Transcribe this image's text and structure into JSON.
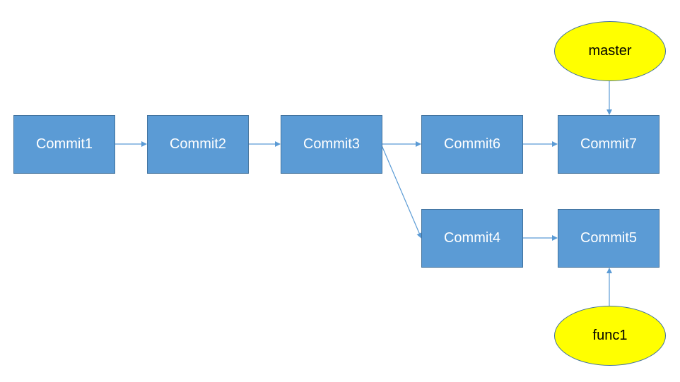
{
  "commits": [
    {
      "id": "c1",
      "label": "Commit1"
    },
    {
      "id": "c2",
      "label": "Commit2"
    },
    {
      "id": "c3",
      "label": "Commit3"
    },
    {
      "id": "c6",
      "label": "Commit6"
    },
    {
      "id": "c7",
      "label": "Commit7"
    },
    {
      "id": "c4",
      "label": "Commit4"
    },
    {
      "id": "c5",
      "label": "Commit5"
    }
  ],
  "branches": [
    {
      "id": "master",
      "label": "master",
      "points_to": "c7"
    },
    {
      "id": "func1",
      "label": "func1",
      "points_to": "c5"
    }
  ],
  "edges": [
    {
      "from": "c1",
      "to": "c2"
    },
    {
      "from": "c2",
      "to": "c3"
    },
    {
      "from": "c3",
      "to": "c6"
    },
    {
      "from": "c6",
      "to": "c7"
    },
    {
      "from": "c3",
      "to": "c4"
    },
    {
      "from": "c4",
      "to": "c5"
    },
    {
      "from": "master",
      "to": "c7"
    },
    {
      "from": "func1",
      "to": "c5"
    }
  ],
  "colors": {
    "commit_fill": "#5b9bd5",
    "commit_border": "#41719c",
    "commit_text": "#ffffff",
    "branch_fill": "#ffff00",
    "branch_text": "#000000",
    "arrow": "#5b9bd5"
  }
}
